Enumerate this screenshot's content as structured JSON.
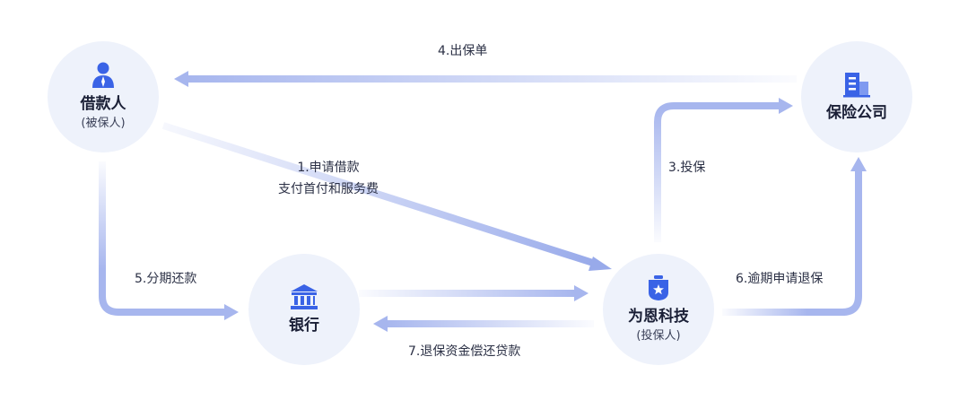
{
  "nodes": {
    "borrower": {
      "title": "借款人",
      "sub": "(被保人)"
    },
    "insurance": {
      "title": "保险公司"
    },
    "bank": {
      "title": "银行"
    },
    "weien": {
      "title": "为恩科技",
      "sub": "(投保人)"
    }
  },
  "edges": {
    "e1_line1": "1.申请借款",
    "e1_line2": "支付首付和服务费",
    "e3": "3.投保",
    "e4": "4.出保单",
    "e5": "5.分期还款",
    "e6": "6.逾期申请退保",
    "e7": "7.退保资金偿还贷款"
  },
  "colors": {
    "node_bg": "#eef2fb",
    "arrow": "#a7b6ee",
    "icon": "#3a63e6"
  }
}
